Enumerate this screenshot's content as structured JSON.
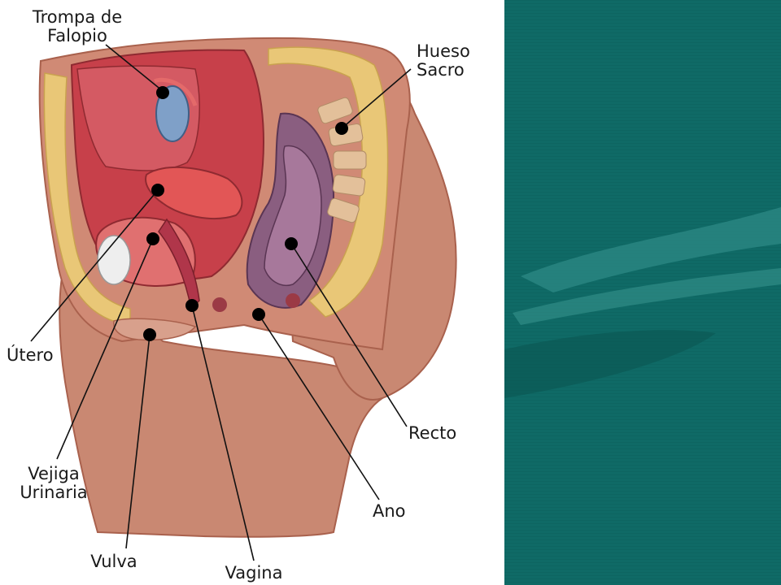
{
  "labels": {
    "trompa": [
      "Trompa de",
      "Falopio"
    ],
    "hueso": [
      "Hueso",
      "Sacro"
    ],
    "utero": "Útero",
    "vejiga": [
      "Vejiga",
      "Urinaria"
    ],
    "vulva": "Vulva",
    "vagina": "Vagina",
    "ano": "Ano",
    "recto": "Recto"
  },
  "colors": {
    "skin": "#c98872",
    "skin_dark": "#a9614d",
    "muscle": "#c7404a",
    "fat": "#e9c777",
    "panel": "#0f6a66",
    "panel_light": "#2e8a85",
    "marker": "#000000"
  }
}
